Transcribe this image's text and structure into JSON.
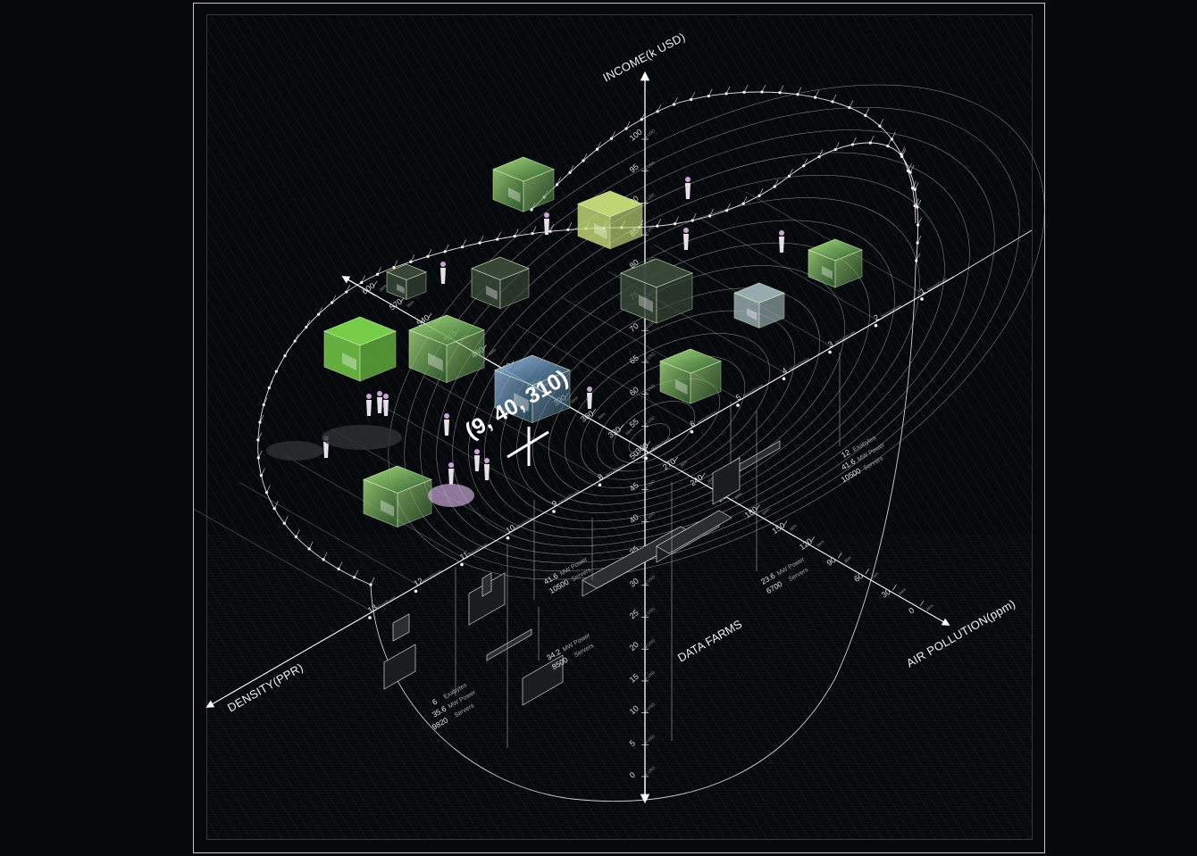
{
  "axes": {
    "income": {
      "title": "INCOME(k USD)",
      "unit": "k USD",
      "ticks": [
        "100",
        "95",
        "90",
        "85",
        "80",
        "75",
        "70",
        "65",
        "60",
        "55",
        "50",
        "45",
        "40",
        "35",
        "30",
        "25",
        "20",
        "15",
        "10",
        "5",
        "0"
      ]
    },
    "air_pollution": {
      "title": "AIR POLLUTION(ppm)",
      "unit": "ppm",
      "ticks": [
        "600",
        "570",
        "540",
        "510",
        "480",
        "450",
        "420",
        "390",
        "360",
        "330",
        "300",
        "270",
        "240",
        "210",
        "180",
        "150",
        "120",
        "90",
        "60",
        "30",
        "0"
      ]
    },
    "density": {
      "title": "DENSITY(PPR)",
      "unit": "person/room",
      "ticks": [
        "1",
        "2",
        "3",
        "4",
        "5",
        "6",
        "7",
        "8",
        "9",
        "10",
        "11",
        "12",
        "13"
      ]
    }
  },
  "highlight": {
    "coordinate": "(9, 40, 310)"
  },
  "labels": {
    "data_farms": "DATA FARMS"
  },
  "data_farms": [
    {
      "capacity": "12",
      "capacity_unit": "Exabytes",
      "power": "41.6",
      "power_unit": "MW Power",
      "servers": "10500",
      "servers_unit": "Servers"
    },
    {
      "capacity": "",
      "capacity_unit": "",
      "power": "41.6",
      "power_unit": "MW Power",
      "servers": "10500",
      "servers_unit": "Servers"
    },
    {
      "capacity": "",
      "capacity_unit": "",
      "power": "23.6",
      "power_unit": "MW Power",
      "servers": "6700",
      "servers_unit": "Servers"
    },
    {
      "capacity": "",
      "capacity_unit": "",
      "power": "34.2",
      "power_unit": "MW Power",
      "servers": "8500",
      "servers_unit": "Servers"
    },
    {
      "capacity": "6",
      "capacity_unit": "Exabytes",
      "power": "35.6",
      "power_unit": "MW Power",
      "servers": "9820",
      "servers_unit": "Servers"
    }
  ],
  "colors": {
    "background": "#06090b",
    "frame": "#c8c8c8",
    "room_glass": "#8fd97a",
    "room_bright": "#6ee04a",
    "room_blue": "#5a86c8",
    "people": "#c9a6d6"
  }
}
